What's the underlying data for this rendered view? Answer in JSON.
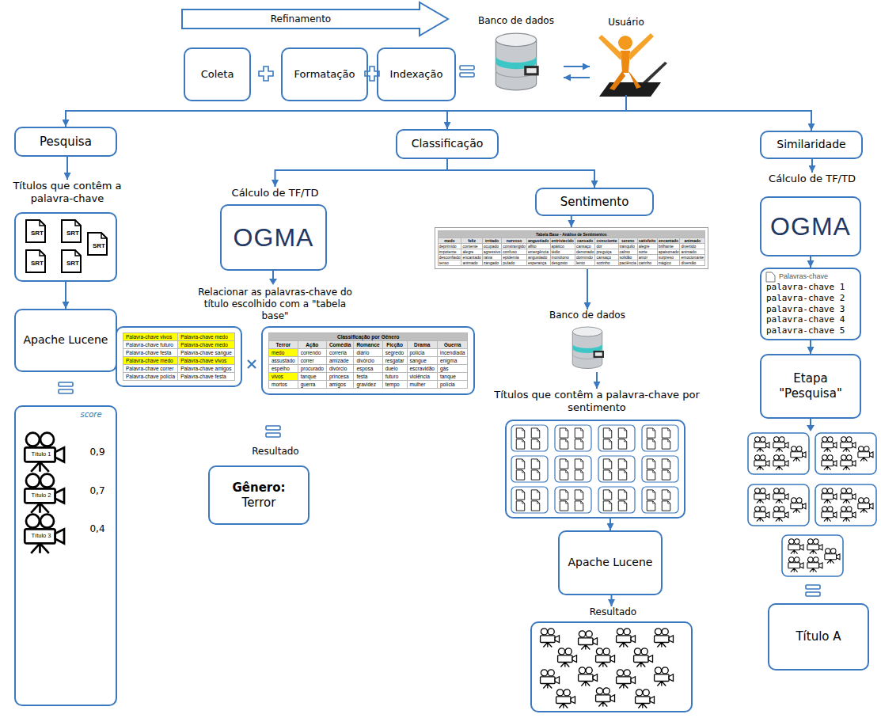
{
  "diagram": {
    "nodes": [
      {
        "text": [
          "Refinamento"
        ]
      },
      {
        "text": [
          "Coleta"
        ]
      },
      {
        "text": [
          "Formatação"
        ]
      },
      {
        "text": [
          "Indexação"
        ]
      },
      {
        "text": [
          "Banco de dados"
        ]
      },
      {
        "text": [
          "Usuário"
        ]
      },
      {
        "text": [
          "Pesquisa"
        ]
      },
      {
        "text": [
          "Classificação"
        ]
      },
      {
        "text": [
          "Similaridade"
        ]
      },
      {
        "text": [
          "Títulos que contêm a palavra-chave",
          "SRT",
          "SRT",
          "SRT",
          "SRT",
          "SRT"
        ]
      },
      {
        "text": [
          "Apache Lucene"
        ]
      },
      {
        "text": [
          "score",
          "Título 1",
          "0,9",
          "Título 2",
          "0,7",
          "Título 3",
          "0,4"
        ]
      },
      {
        "text": [
          "Cálculo de TF/TD",
          "OGMA"
        ]
      },
      {
        "text": [
          "Sentimento"
        ]
      },
      {
        "text": [
          "Palavra-chave vivos",
          "Palavra-chave medo",
          "Palavra-chave futuro",
          "Palavra-chave medo",
          "Palavra-chave festa",
          "Palavra-chave sangue",
          "Palavra-chave medo",
          "Palavra-chave vivos",
          "Palavra-chave correr",
          "Palavra-chave amigos",
          "Palavra-chave polícia",
          "Palavra-chave festa"
        ]
      },
      {
        "text": [
          "Classificação por Gênero",
          "Terror",
          "Ação",
          "Comédia",
          "Romance",
          "Ficção",
          "Drama",
          "Guerra",
          "medo",
          "correndo",
          "correria",
          "diário",
          "segredo",
          "polícia",
          "incendiada",
          "assustado",
          "correr",
          "amizade",
          "divórcio",
          "resgatar",
          "sangue",
          "enigma",
          "espelho",
          "procurado",
          "divórcio",
          "esposa",
          "duelo",
          "escravidão",
          "gás",
          "vivos",
          "tanque",
          "princesa",
          "festa",
          "futuro",
          "violência",
          "tanque",
          "mortos",
          "guerra",
          "amigos",
          "gravidez",
          "tempo",
          "mulher",
          "polícia"
        ]
      },
      {
        "text": [
          "Gênero:",
          "Terror"
        ]
      },
      {
        "text": [
          "Tabela Base - Análise de Sentimentos",
          "medo",
          "feliz",
          "irritado",
          "nervoso",
          "angustiado",
          "entristecido",
          "cansado",
          "consciente",
          "sereno",
          "satisfeito",
          "encantado",
          "animado",
          "deprimido",
          "contente",
          "ocupado",
          "constrangido",
          "aflito",
          "apático",
          "cansaço",
          "dor",
          "tranquilo",
          "alegre",
          "brilhante",
          "divertido",
          "impotente",
          "alegre",
          "agressivo",
          "confuso",
          "emergência",
          "tédio",
          "demorado",
          "preguiça",
          "calmo",
          "sorte",
          "apaixonado",
          "animado",
          "desconfiado",
          "encantado",
          "raiva",
          "epidemia",
          "angustiado",
          "monótono",
          "dormindo",
          "cansaço",
          "solidão",
          "amor",
          "surpreso",
          "emocionante",
          "tenso",
          "animado",
          "zangado",
          "pulado",
          "esperança",
          "desgosto",
          "lento",
          "sozinho",
          "paciência",
          "carinho",
          "mágico",
          "diversão"
        ]
      },
      {
        "text": [
          "Banco de dados"
        ]
      },
      {
        "text": [
          "Títulos que contêm a palavra-chave por sentimento"
        ]
      },
      {
        "text": [
          "Apache Lucene"
        ]
      },
      {
        "text": [
          "Resultado"
        ]
      },
      {
        "text": [
          "Cálculo de TF/TD",
          "OGMA"
        ]
      },
      {
        "text": [
          "Palavras-chave",
          "palavra-chave 1",
          "palavra-chave 2",
          "palavra-chave 3",
          "palavra-chave 4",
          "palavra-chave 5"
        ]
      },
      {
        "text": [
          "Etapa \"Pesquisa\""
        ]
      },
      {
        "text": [
          "Título A"
        ]
      }
    ],
    "edges": [
      {
        "from": 4,
        "to": 5,
        "arrow": "to"
      },
      {
        "from": 5,
        "to": 4,
        "arrow": "to"
      },
      {
        "from": 5,
        "to": 6,
        "arrow": "to"
      },
      {
        "from": 5,
        "to": 7,
        "arrow": "to"
      },
      {
        "from": 5,
        "to": 8,
        "arrow": "to"
      },
      {
        "from": 6,
        "to": 9,
        "arrow": "to"
      },
      {
        "from": 9,
        "to": 10,
        "arrow": "to"
      },
      {
        "from": 7,
        "to": 12,
        "arrow": "to"
      },
      {
        "from": 7,
        "to": 13,
        "arrow": "to"
      },
      {
        "from": 13,
        "to": 17,
        "arrow": "to"
      },
      {
        "from": 17,
        "to": 18,
        "arrow": "to"
      },
      {
        "from": 18,
        "to": 19,
        "arrow": "to"
      },
      {
        "from": 19,
        "to": 20,
        "arrow": "to"
      },
      {
        "from": 20,
        "to": 21,
        "arrow": "to"
      },
      {
        "from": 8,
        "to": 22,
        "arrow": "to"
      },
      {
        "from": 22,
        "to": 23,
        "arrow": "to"
      },
      {
        "from": 23,
        "to": 24,
        "arrow": "to"
      }
    ],
    "labels": [
      "Relacionar as palavras-chave do título escolhido com a \"tabela base\"",
      "Resultado"
    ]
  }
}
